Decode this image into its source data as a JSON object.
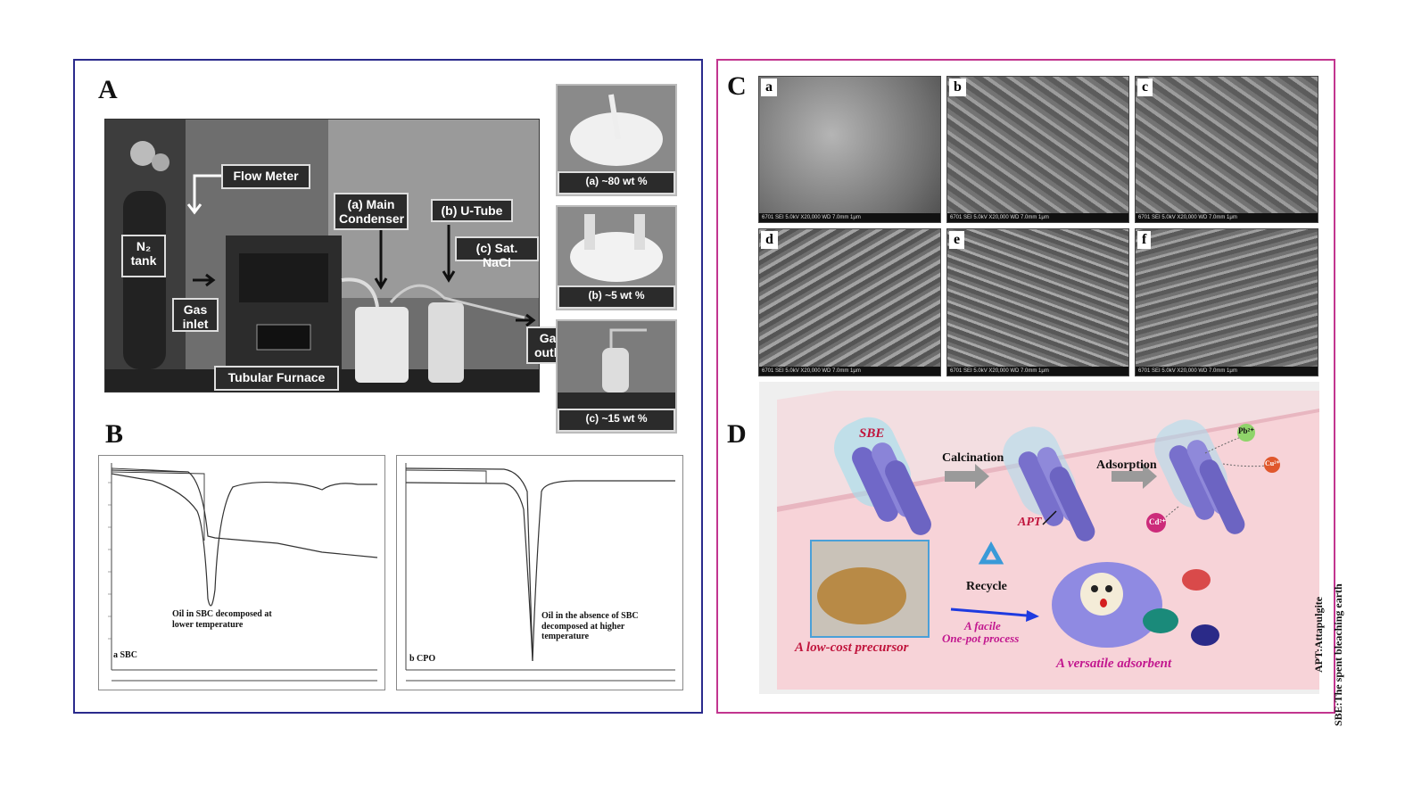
{
  "panels": {
    "a": "A",
    "b": "B",
    "c": "C",
    "d": "D"
  },
  "panel_a": {
    "labels": {
      "flow_meter": "Flow Meter",
      "main_condenser": "(a) Main Condenser",
      "u_tube": "(b) U-Tube",
      "sat_nacl": "(c) Sat. NaCl",
      "n2_tank": "N₂ tank",
      "gas_inlet": "Gas inlet",
      "gas_outlet": "Gas outlet",
      "tubular_furnace": "Tubular Furnace"
    },
    "thumbs": [
      "(a) ~80 wt %",
      "(b) ~5 wt %",
      "(c) ~15 wt %"
    ]
  },
  "panel_b": {
    "left": {
      "annotation": "Oil in SBC decomposed at lower temperature",
      "tag": "a   SBC"
    },
    "right": {
      "annotation": "Oil in the absence of SBC decomposed at higher temperature",
      "tag": "b   CPO"
    }
  },
  "panel_c": {
    "letters": [
      "a",
      "b",
      "c",
      "d",
      "e",
      "f"
    ],
    "scale_text": "6701          SEI     5.0kV   X20,000   WD 7.0mm      1μm"
  },
  "panel_d": {
    "sbe": "SBE",
    "calcination": "Calcination",
    "adsorption": "Adsorption",
    "apt": "APT",
    "ions": {
      "pb": "Pb²⁺",
      "cu": "Cu²⁺",
      "cd": "Cd²⁺"
    },
    "side_sbe": "SBE:The spent bleaching earth",
    "side_apt": "APT:Attapulgite",
    "recycle": "Recycle",
    "facile": "A facile",
    "one_pot": "One-pot process",
    "low_cost": "A low-cost precursor",
    "versatile": "A versatile adsorbent"
  },
  "colors": {
    "frame_left": "#2a2a8c",
    "frame_right": "#c2358f",
    "slab": "#f7d3d8",
    "text_red": "#c0143c",
    "text_magenta": "#c2188f"
  }
}
